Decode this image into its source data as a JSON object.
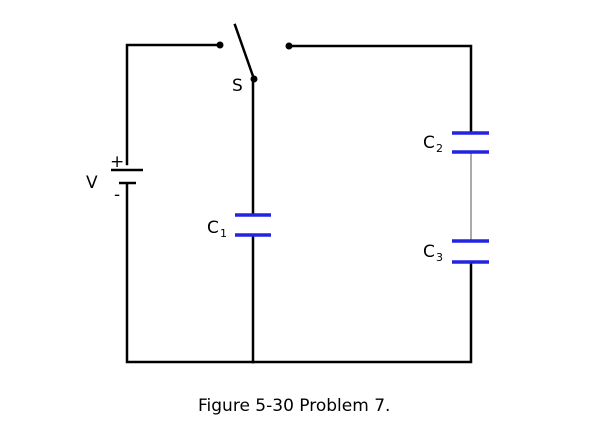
{
  "labels": {
    "source": "V",
    "plus": "+",
    "minus": "-",
    "switch": "S",
    "c1_main": "C",
    "c1_sub": "1",
    "c2_main": "C",
    "c2_sub": "2",
    "c3_main": "C",
    "c3_sub": "3"
  },
  "caption": "Figure 5-30 Problem 7.",
  "colors": {
    "wire": "#000000",
    "capacitor_plate": "#2323e0",
    "background": "#ffffff"
  }
}
